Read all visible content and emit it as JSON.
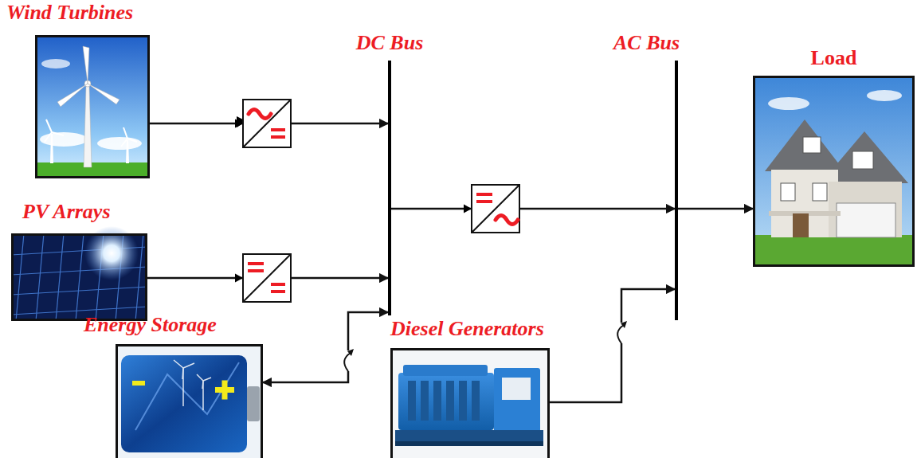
{
  "diagram": {
    "nodes": [
      {
        "text": [
          "Wind Turbines"
        ]
      },
      {
        "text": [
          "DC Bus"
        ]
      },
      {
        "text": [
          "AC Bus"
        ]
      },
      {
        "text": [
          "Load"
        ]
      },
      {
        "text": [
          "PV Arrays"
        ]
      },
      {
        "text": [
          "Diesel Generators"
        ]
      },
      {
        "text": [
          "Energy Storage"
        ]
      }
    ],
    "edges": [
      {
        "from": 0,
        "to": 1,
        "arrow": "to"
      },
      {
        "from": 4,
        "to": 1,
        "arrow": "to"
      },
      {
        "from": 1,
        "to": 2,
        "arrow": "to"
      },
      {
        "from": 2,
        "to": 3,
        "arrow": "to"
      },
      {
        "from": 6,
        "to": 1,
        "arrow": "both"
      },
      {
        "from": 5,
        "to": 2,
        "arrow": "to"
      }
    ]
  }
}
